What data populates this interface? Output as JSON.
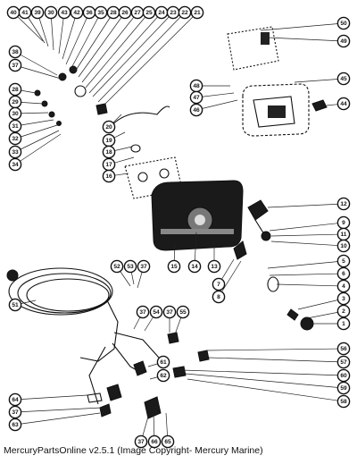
{
  "caption": "MercuryPartsOnline v2.5.1 (Image Copyright- Mercury Marine)",
  "callouts": [
    "40",
    "41",
    "39",
    "30",
    "43",
    "42",
    "36",
    "35",
    "28",
    "26",
    "27",
    "25",
    "24",
    "23",
    "22",
    "21",
    "38",
    "37",
    "50",
    "49",
    "28",
    "29",
    "30",
    "31",
    "32",
    "33",
    "34",
    "20",
    "19",
    "18",
    "17",
    "16",
    "48",
    "47",
    "46",
    "45",
    "44",
    "12",
    "9",
    "11",
    "10",
    "15",
    "14",
    "13",
    "5",
    "6",
    "4",
    "7",
    "8",
    "3",
    "2",
    "1",
    "52",
    "53",
    "37",
    "51",
    "37",
    "54",
    "37",
    "55",
    "56",
    "57",
    "61",
    "62",
    "60",
    "59",
    "58",
    "64",
    "37",
    "63",
    "37",
    "66",
    "65"
  ]
}
